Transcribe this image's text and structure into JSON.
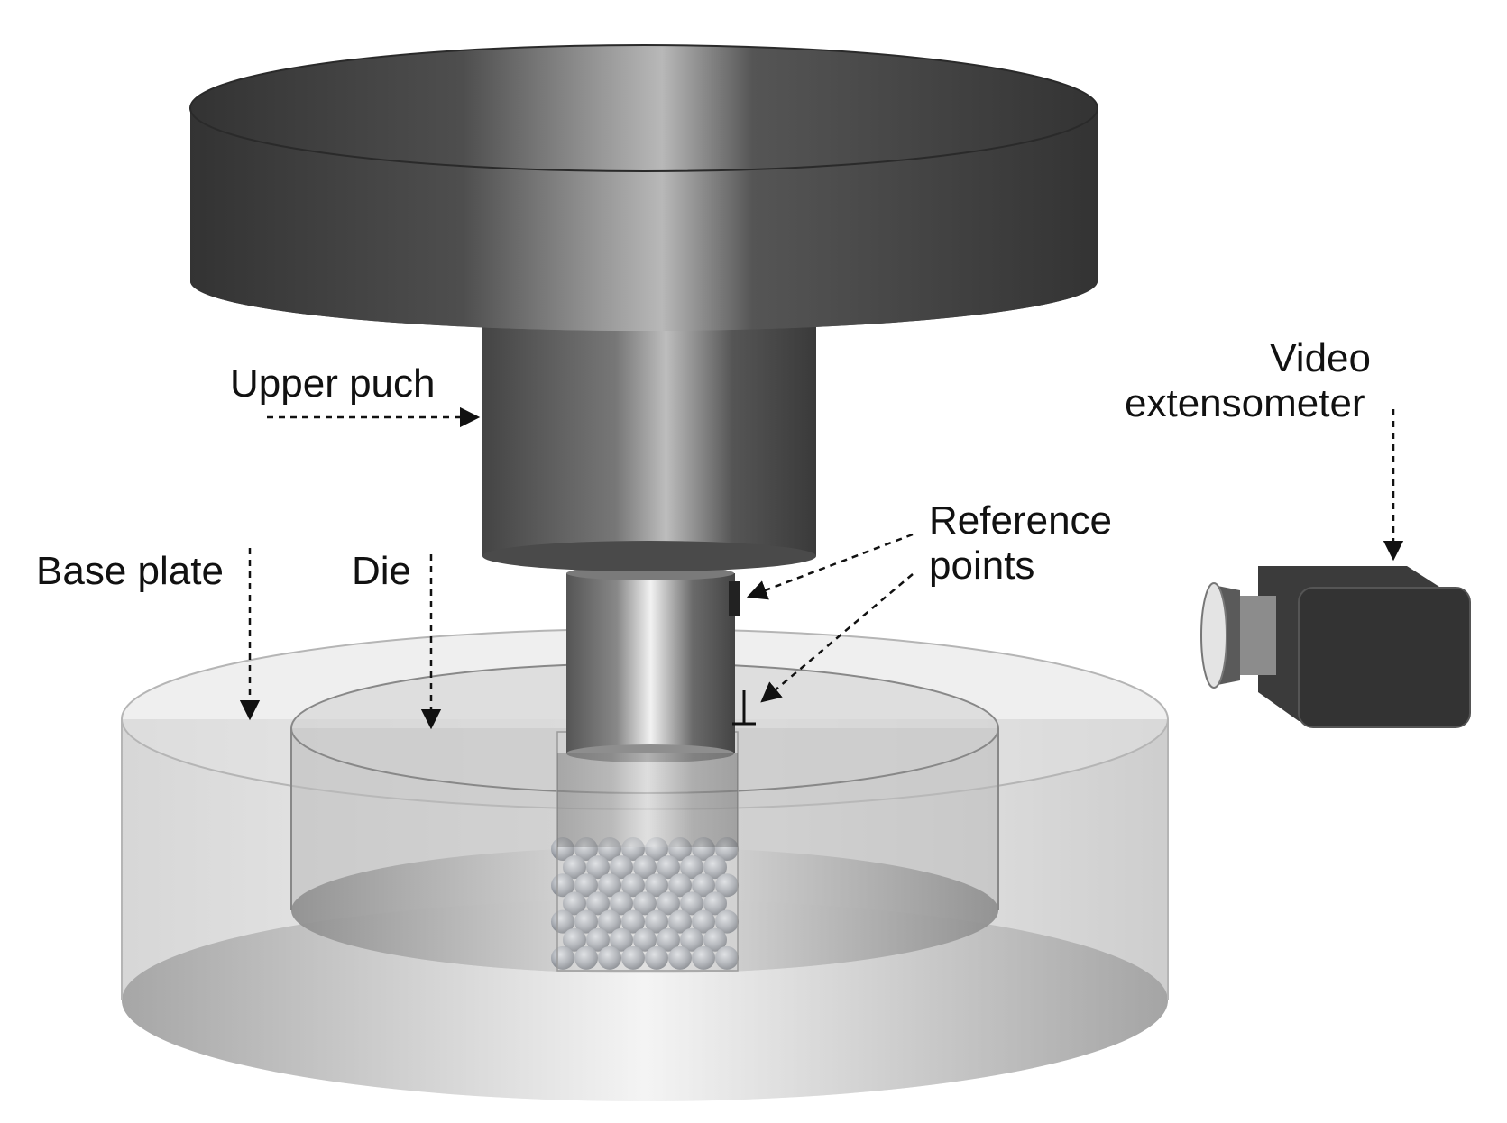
{
  "labels": {
    "upper_punch": "Upper puch",
    "video_line1": "Video",
    "video_line2": "extensometer",
    "reference_line1": "Reference",
    "reference_line2": "points",
    "base_plate": "Base plate",
    "die": "Die"
  },
  "colors": {
    "upper_dark": "#353535",
    "upper_highlight": "#b5b5b5",
    "camera_body": "#3a3a3a",
    "glass": "#d8d8d8"
  }
}
